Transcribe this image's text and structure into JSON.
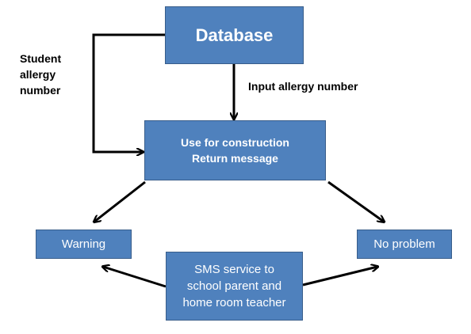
{
  "nodes": {
    "database": "Database",
    "construction": {
      "line1": "Use for construction",
      "line2": "Return message"
    },
    "warning": "Warning",
    "no_problem": "No problem",
    "sms": {
      "line1": "SMS service to",
      "line2": "school parent and",
      "line3": "home room teacher"
    }
  },
  "edge_labels": {
    "student_allergy": {
      "line1": "Student",
      "line2": "allergy",
      "line3": "number"
    },
    "input_allergy": "Input allergy number"
  },
  "colors": {
    "box_fill": "#4f81bd",
    "box_border": "#385d8a",
    "arrow": "#000000"
  }
}
